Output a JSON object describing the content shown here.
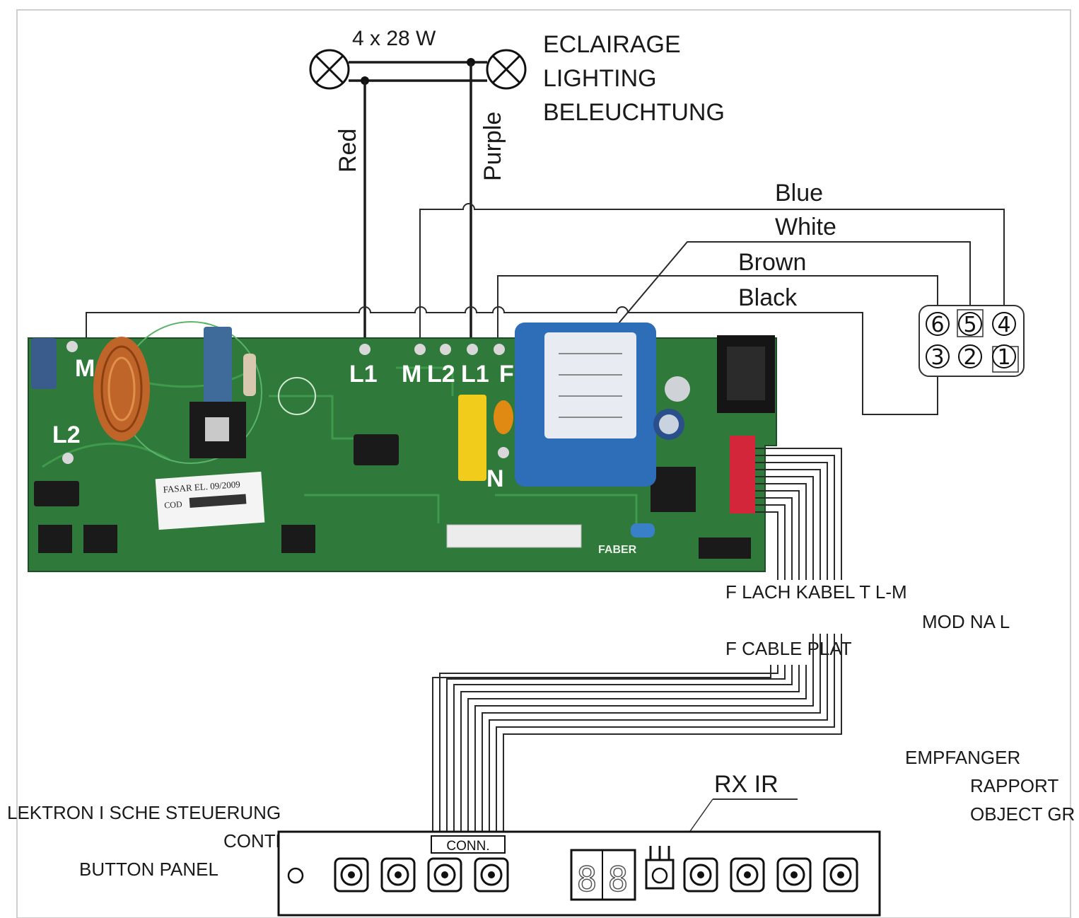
{
  "lamp_label": "4 x 28  W",
  "lighting_labels": [
    "ECLAIRAGE",
    "LIGHTING",
    "BELEUCHTUNG"
  ],
  "wire_labels": {
    "red": "Red",
    "purple": "Purple",
    "blue": "Blue",
    "white": "White",
    "brown": "Brown",
    "black": "Black"
  },
  "pcb_terminals": {
    "m_left": "M",
    "l2_left": "L2",
    "l1": "L1",
    "m": "M",
    "l2": "L2",
    "l1b": "L1",
    "f": "F",
    "n": "N"
  },
  "pcb_markings": {
    "fasar": "FASAR EL. 09/2009",
    "cod": "COD",
    "faber": "FABER"
  },
  "connector_pins": [
    "6",
    "5",
    "4",
    "3",
    "2",
    "1"
  ],
  "flat_cable_text": "F  LACH     KABEL T L-M",
  "flat_cable_text2": "MOD NA L",
  "cable_plate_text": "F  CABLE PLAT",
  "rx_ir": "RX  IR",
  "receiver_text": [
    "EMPFANGER",
    "RAPPORT",
    "OBJECT GR"
  ],
  "control_text": [
    "LEKTRON  I  SCHE   STEUERUNG",
    "CONTROL TO",
    "BUTTON   PANEL"
  ],
  "conn_label": "CONN.",
  "display_digits": "88",
  "colors": {
    "pcb_green": "#2f7a3a",
    "coil_copper": "#c0652a",
    "transformer_blue": "#2e6db8",
    "capacitor_yellow": "#f2cc1a",
    "connector_red": "#d3263a"
  }
}
